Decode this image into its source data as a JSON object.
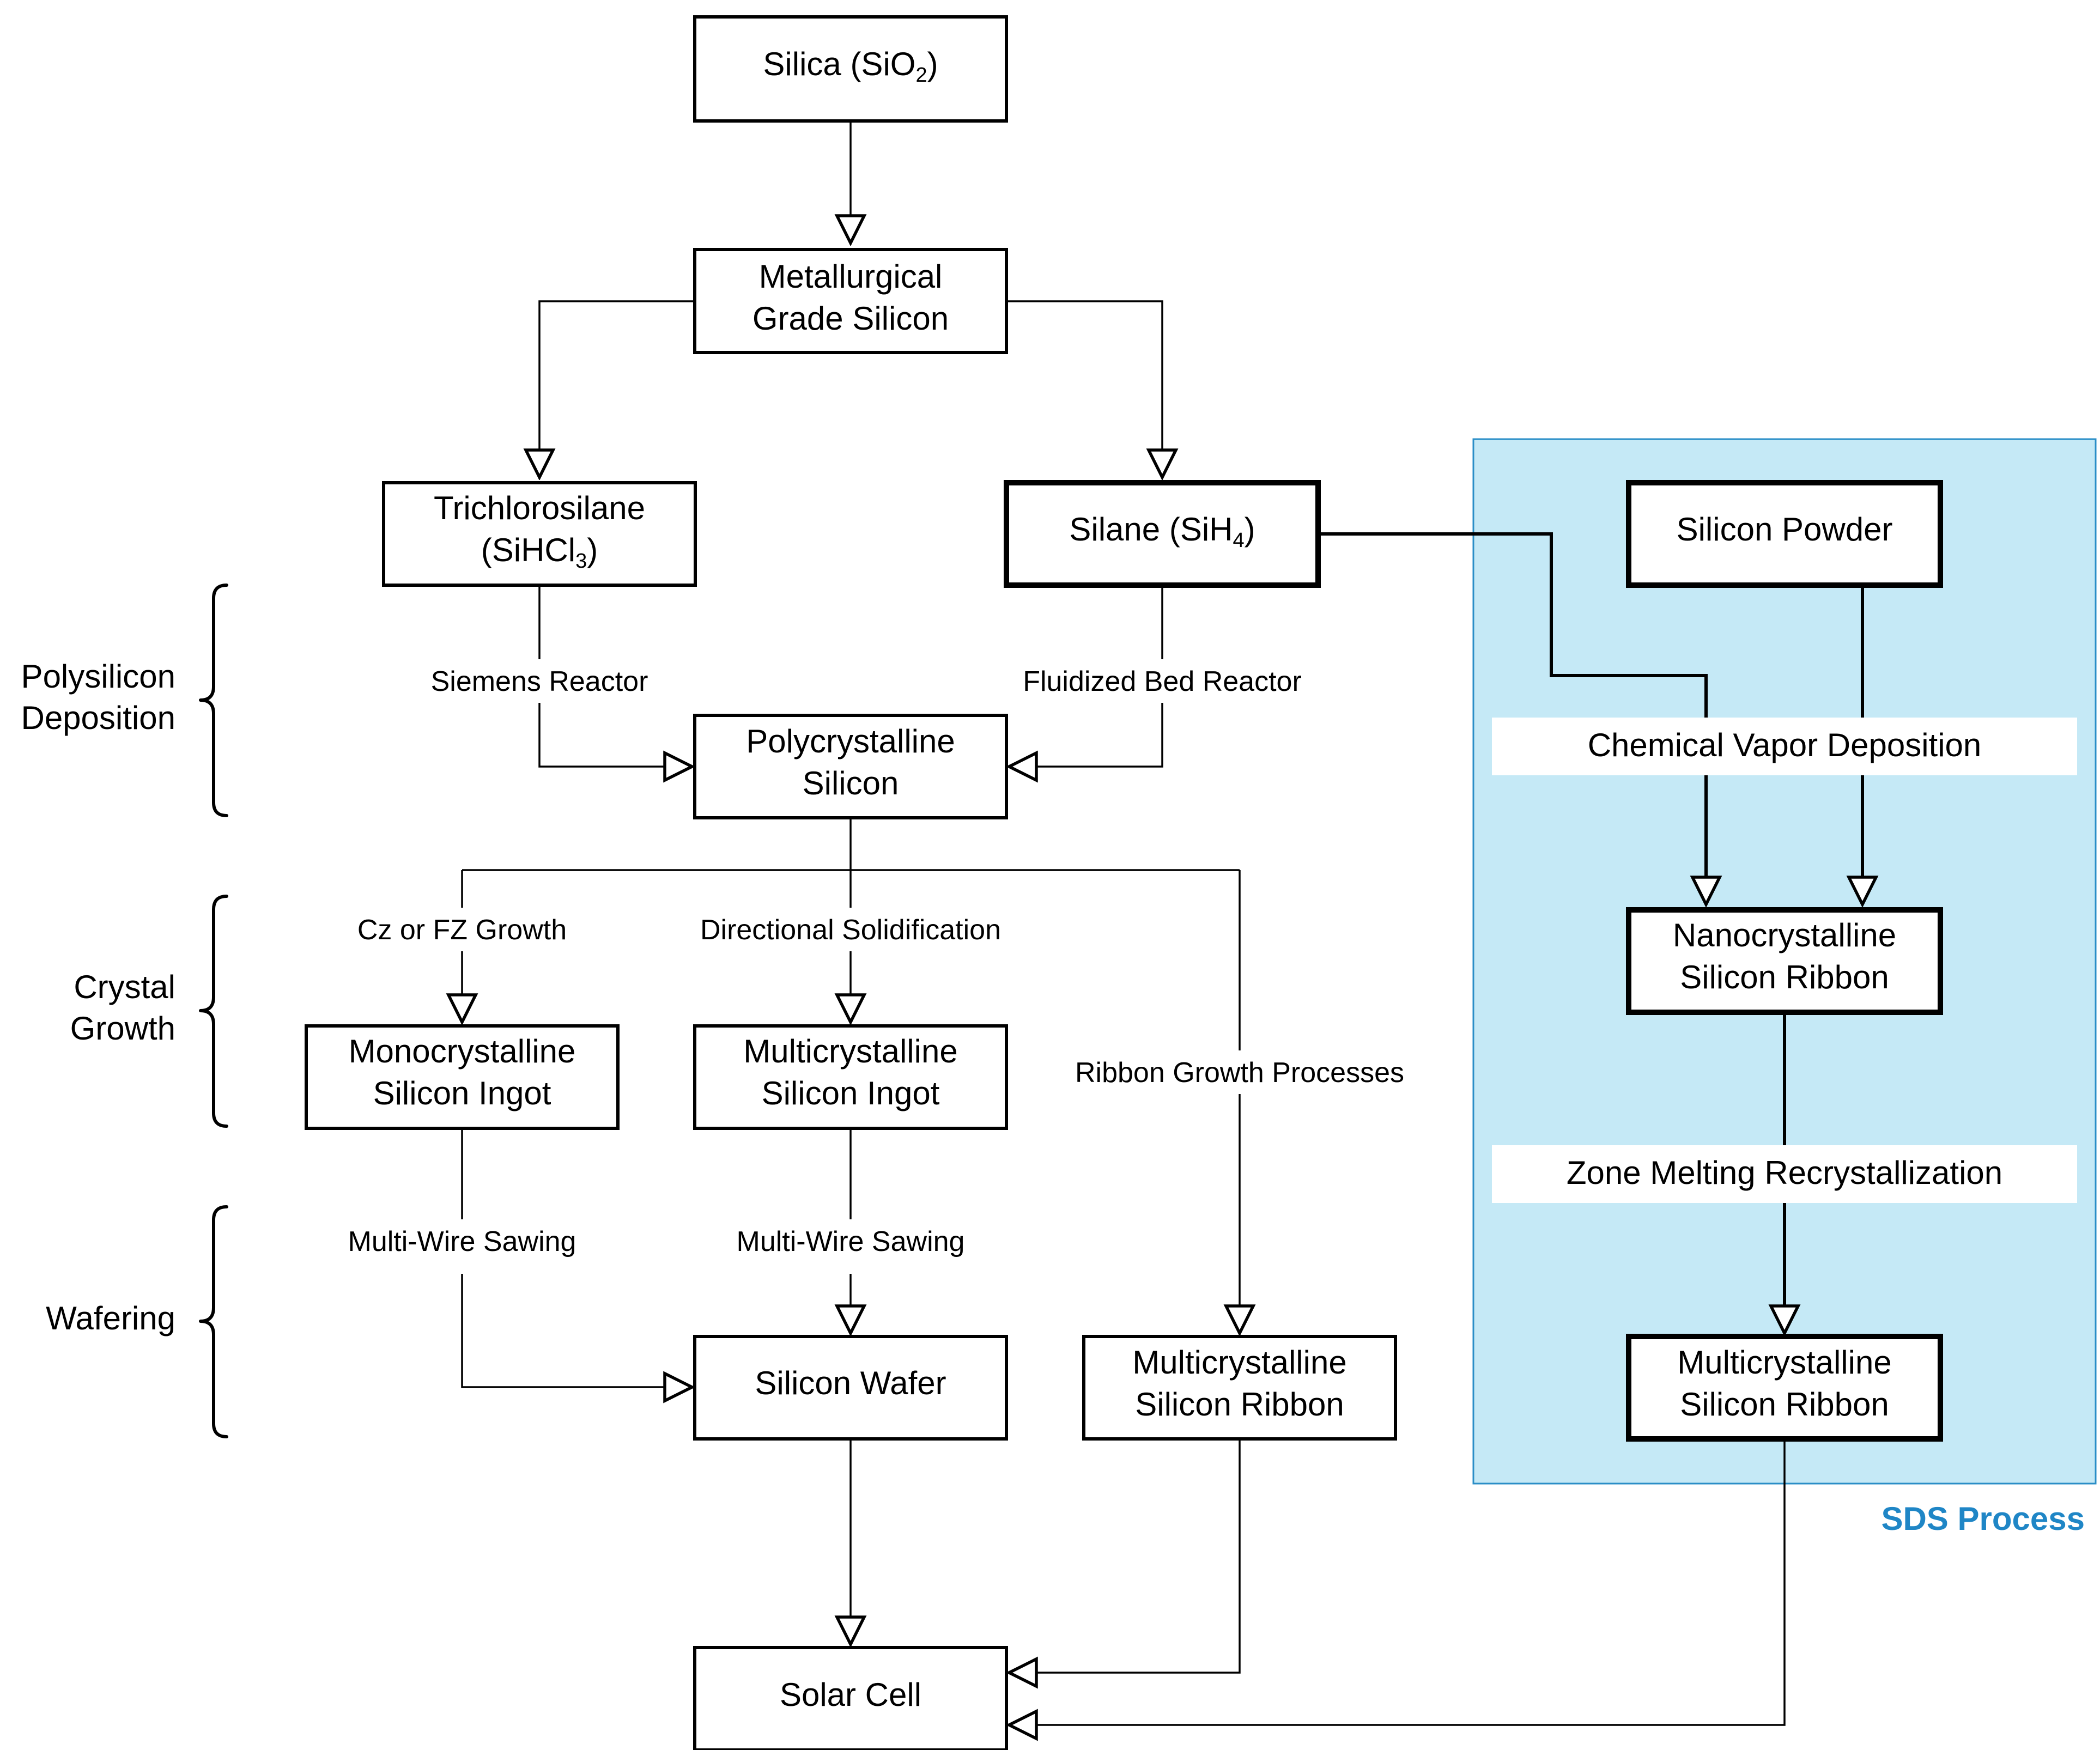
{
  "colors": {
    "sds_fill": "#c5e9f6",
    "sds_border": "#2a8ec7",
    "sds_title": "#1f86c6",
    "stroke": "#000000",
    "label_bg": "#ffffff"
  },
  "sds": {
    "title": "SDS Process"
  },
  "nodes": {
    "silica": {
      "line1": "Silica (SiO",
      "sub1": "2",
      "tail1": ")"
    },
    "mg_silicon": {
      "line1": "Metallurgical",
      "line2": "Grade Silicon"
    },
    "trichlorosilane": {
      "line1": "Trichlorosilane",
      "line2": "(SiHCl",
      "sub2": "3",
      "tail2": ")"
    },
    "silane": {
      "line1": "Silane (SiH",
      "sub1": "4",
      "tail1": ")"
    },
    "silicon_powder": {
      "line1": "Silicon Powder"
    },
    "polysilicon": {
      "line1": "Polycrystalline",
      "line2": "Silicon"
    },
    "mono_ingot": {
      "line1": "Monocrystalline",
      "line2": "Silicon Ingot"
    },
    "multi_ingot": {
      "line1": "Multicrystalline",
      "line2": "Silicon Ingot"
    },
    "nano_ribbon": {
      "line1": "Nanocrystalline",
      "line2": "Silicon Ribbon"
    },
    "wafer": {
      "line1": "Silicon Wafer"
    },
    "multi_ribbon": {
      "line1": "Multicrystalline",
      "line2": "Silicon Ribbon"
    },
    "sds_multi_ribbon": {
      "line1": "Multicrystalline",
      "line2": "Silicon Ribbon"
    },
    "solar_cell": {
      "line1": "Solar Cell"
    }
  },
  "edge_labels": {
    "siemens": "Siemens Reactor",
    "fluidized": "Fluidized Bed Reactor",
    "cz_fz": "Cz or FZ Growth",
    "directional": "Directional Solidification",
    "ribbon_growth": "Ribbon Growth Processes",
    "sawing_left": "Multi-Wire Sawing",
    "sawing_mid": "Multi-Wire Sawing",
    "cvd": "Chemical Vapor Deposition",
    "zmr": "Zone Melting Recrystallization"
  },
  "stages": {
    "polysilicon_deposition": {
      "line1": "Polysilicon",
      "line2": "Deposition"
    },
    "crystal_growth": {
      "line1": "Crystal",
      "line2": "Growth"
    },
    "wafering": {
      "line1": "Wafering"
    }
  }
}
